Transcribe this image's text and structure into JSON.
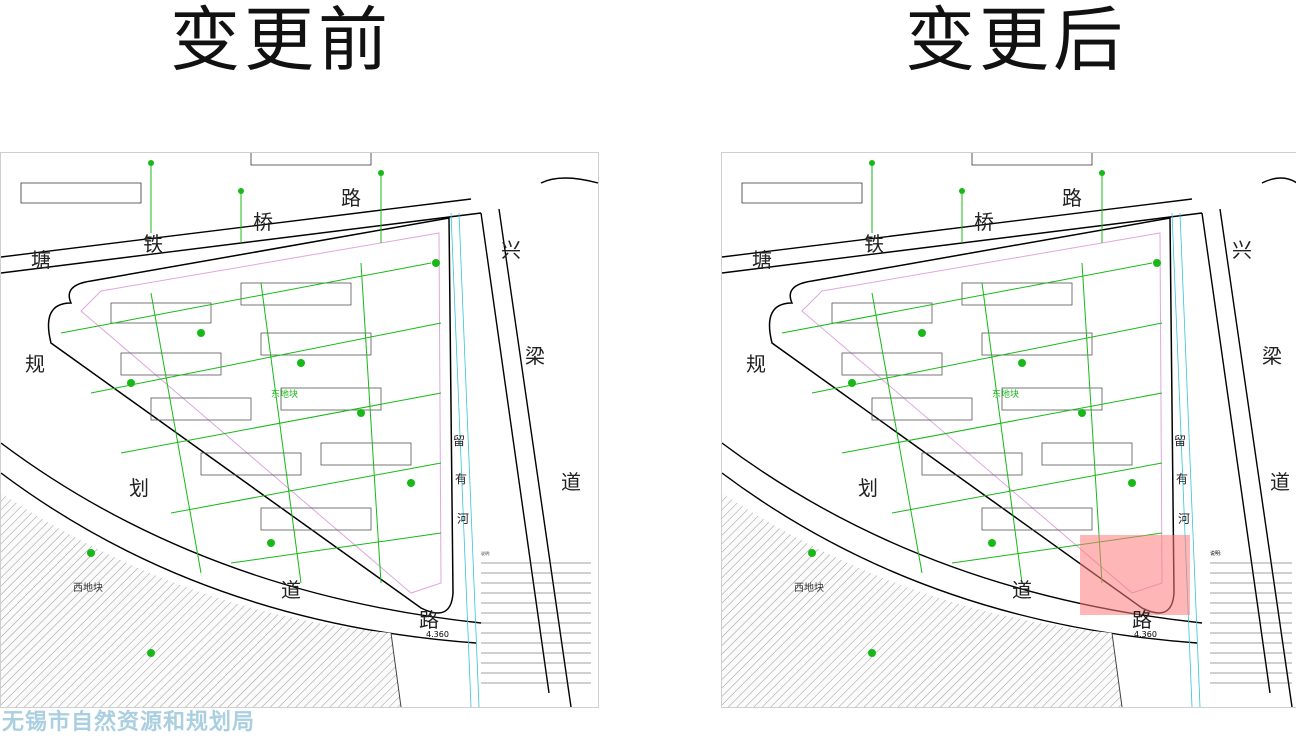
{
  "titles": {
    "before": "变更前",
    "after": "变更后"
  },
  "road_labels": [
    "塘",
    "铁",
    "桥",
    "路",
    "兴",
    "梁",
    "道",
    "规",
    "划",
    "道",
    "路",
    "留",
    "有",
    "河"
  ],
  "plot_labels": {
    "west": "西地块",
    "east": "东地块"
  },
  "elevation_label": "4.360",
  "notes_heading": "说明:",
  "watermark": "无锡市自然资源和规划局",
  "colors": {
    "green": "#18b818",
    "road": "#000000",
    "highlight": "#ff7a7a"
  }
}
